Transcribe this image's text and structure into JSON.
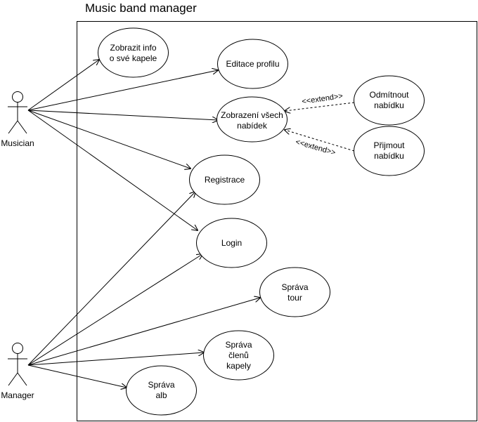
{
  "system": {
    "title": "Music band manager"
  },
  "actors": {
    "musician": "Musician",
    "manager": "Manager"
  },
  "use_cases": {
    "zobrazit_info": [
      "Zobrazit info",
      "o své kapele"
    ],
    "editace_profilu": [
      "Editace profilu"
    ],
    "zobrazeni_nabidek": [
      "Zobrazení všech",
      "nabídek"
    ],
    "odmitnout": [
      "Odmítnout",
      "nabídku"
    ],
    "prijmout": [
      "Přijmout",
      "nabídku"
    ],
    "registrace": [
      "Registrace"
    ],
    "login": [
      "Login"
    ],
    "sprava_tour": [
      "Správa",
      "tour"
    ],
    "sprava_clenu": [
      "Správa",
      "členů",
      "kapely"
    ],
    "sprava_alb": [
      "Správa",
      "alb"
    ]
  },
  "relations": {
    "extend_label_1": "<<extend>>",
    "extend_label_2": "<<extend>>"
  },
  "colors": {
    "stroke": "#000000",
    "fill": "#ffffff"
  }
}
